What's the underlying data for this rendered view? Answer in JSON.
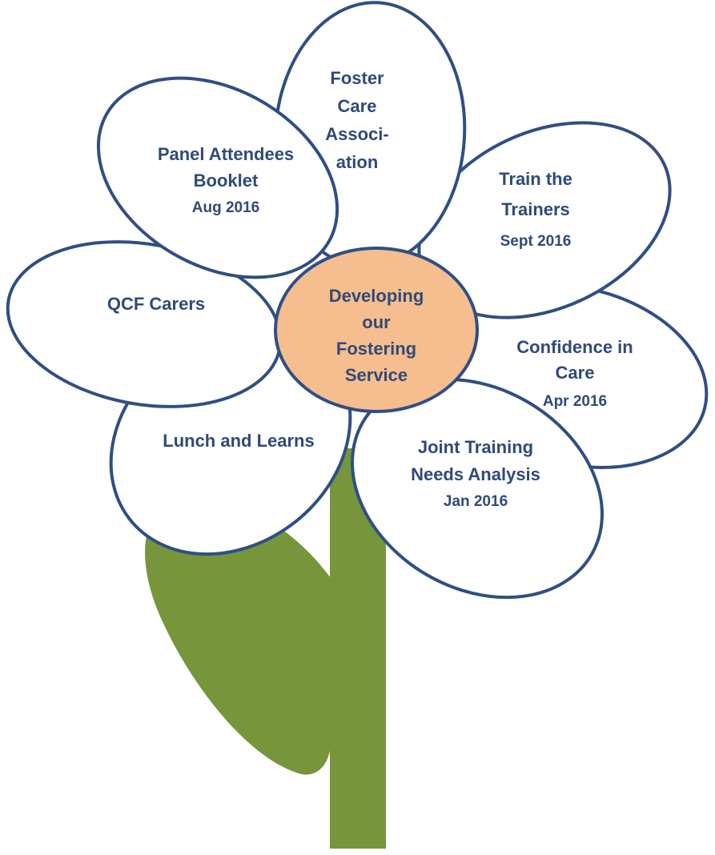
{
  "colors": {
    "outline": "#2f4f84",
    "text": "#2f4a7a",
    "center_fill": "#f6bd8f",
    "stem": "#77953a",
    "leaf": "#77953a",
    "petal_fill": "#ffffff"
  },
  "center": {
    "lines": [
      "Developing",
      "our",
      "Fostering",
      "Service"
    ]
  },
  "petals": [
    {
      "id": "panel-attendees-booklet",
      "title_lines": [
        "Panel Attendees",
        "Booklet"
      ],
      "date": "Aug 2016",
      "date_bold": false
    },
    {
      "id": "foster-care-association",
      "title_lines": [
        "Foster",
        "Care",
        "Associ-",
        "ation"
      ],
      "date": "",
      "date_bold": false
    },
    {
      "id": "train-the-trainers",
      "title_lines": [
        "Train the",
        "Trainers"
      ],
      "date": "Sept 2016",
      "date_bold": true
    },
    {
      "id": "confidence-in-care",
      "title_lines": [
        "Confidence in",
        "Care"
      ],
      "date": "Apr 2016",
      "date_bold": false
    },
    {
      "id": "joint-training-needs-analysis",
      "title_lines": [
        "Joint Training",
        "Needs Analysis"
      ],
      "date": "Jan 2016",
      "date_bold": false
    },
    {
      "id": "lunch-and-learns",
      "title_lines": [
        "Lunch and Learns"
      ],
      "date": "",
      "date_bold": false
    },
    {
      "id": "qcf-carers",
      "title_lines": [
        "QCF Carers"
      ],
      "date": "",
      "date_bold": false
    }
  ]
}
